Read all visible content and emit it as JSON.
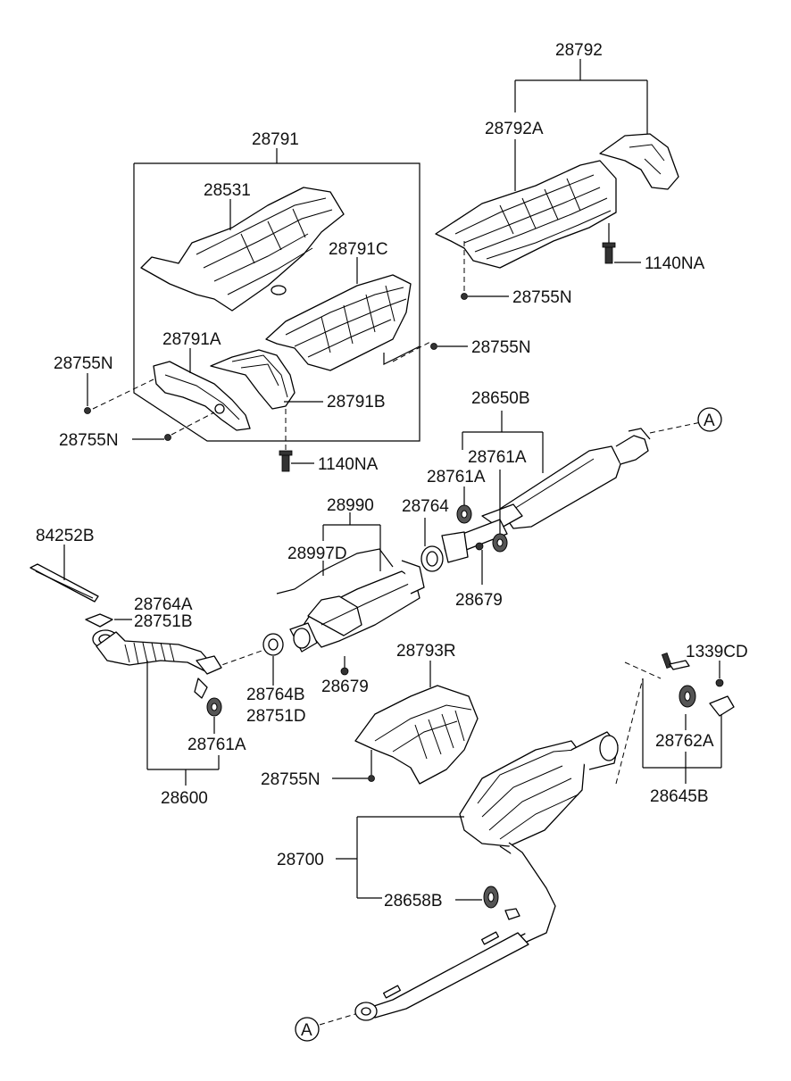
{
  "labels": {
    "p28792": "28792",
    "p28792A": "28792A",
    "p28791": "28791",
    "p28531": "28531",
    "p28791C": "28791C",
    "p1140NA_top": "1140NA",
    "p28755N_a": "28755N",
    "p28755N_b": "28755N",
    "p28791A": "28791A",
    "p28755N_left": "28755N",
    "p28755N_bl": "28755N",
    "p28791B": "28791B",
    "p1140NA_mid": "1140NA",
    "p28650B": "28650B",
    "p28761A_r": "28761A",
    "p28761A_l": "28761A",
    "p28990": "28990",
    "p28764": "28764",
    "p28997D": "28997D",
    "p84252B": "84252B",
    "p28679_a": "28679",
    "p28764A": "28764A",
    "p28751B": "28751B",
    "p28793R": "28793R",
    "p1339CD": "1339CD",
    "p28764B": "28764B",
    "p28679_b": "28679",
    "p28751D": "28751D",
    "p28761A_b": "28761A",
    "p28762A": "28762A",
    "p28755N_c": "28755N",
    "p28645B": "28645B",
    "p28600": "28600",
    "p28700": "28700",
    "p28658B": "28658B",
    "refA_top": "A",
    "refA_bottom": "A"
  }
}
